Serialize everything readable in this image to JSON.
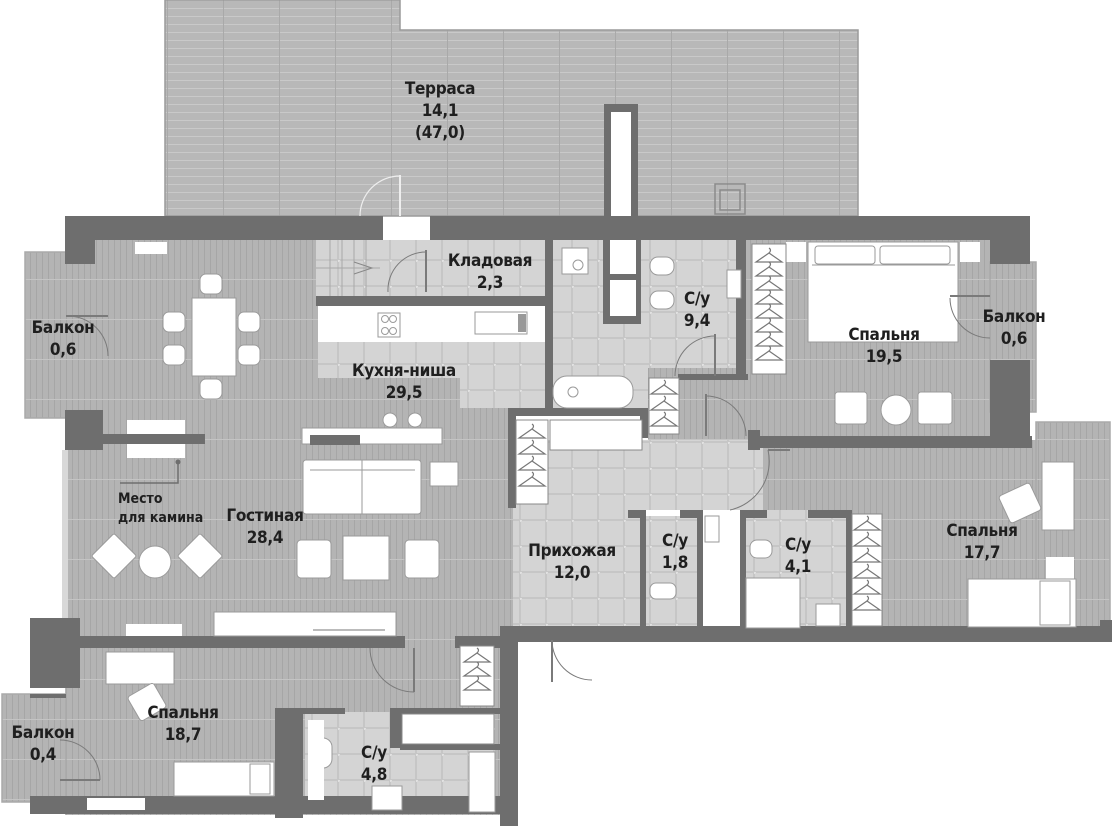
{
  "plan": {
    "type": "apartment-floor-plan",
    "colors": {
      "wall": "#6e6e6e",
      "floor_wood": "#b4b4b4",
      "floor_tile": "#d2d2d2",
      "terrace": "#b8b8b8",
      "furniture": "#ffffff",
      "text": "#1f1f1f"
    },
    "rooms": [
      {
        "id": "terrace",
        "name": "Терраса",
        "area": "14,1",
        "extra": "(47,0)"
      },
      {
        "id": "storage",
        "name": "Кладовая",
        "area": "2,3"
      },
      {
        "id": "balcony-west",
        "name": "Балкон",
        "area": "0,6"
      },
      {
        "id": "kitchen",
        "name": "Кухня-ниша",
        "area": "29,5"
      },
      {
        "id": "bathroom-main",
        "name": "С/у",
        "area": "9,4"
      },
      {
        "id": "bedroom-master",
        "name": "Спальня",
        "area": "19,5"
      },
      {
        "id": "balcony-east",
        "name": "Балкон",
        "area": "0,6"
      },
      {
        "id": "living-room",
        "name": "Гостиная",
        "area": "28,4"
      },
      {
        "id": "hallway",
        "name": "Прихожая",
        "area": "12,0"
      },
      {
        "id": "wc-small",
        "name": "С/у",
        "area": "1,8"
      },
      {
        "id": "bathroom-mid",
        "name": "С/у",
        "area": "4,1"
      },
      {
        "id": "bedroom-east",
        "name": "Спальня",
        "area": "17,7"
      },
      {
        "id": "bedroom-southwest",
        "name": "Спальня",
        "area": "18,7"
      },
      {
        "id": "balcony-southwest",
        "name": "Балкон",
        "area": "0,4"
      },
      {
        "id": "bathroom-south",
        "name": "С/у",
        "area": "4,8"
      }
    ],
    "notes": {
      "fireplace": {
        "line1": "Место",
        "line2": "для камина"
      }
    }
  }
}
